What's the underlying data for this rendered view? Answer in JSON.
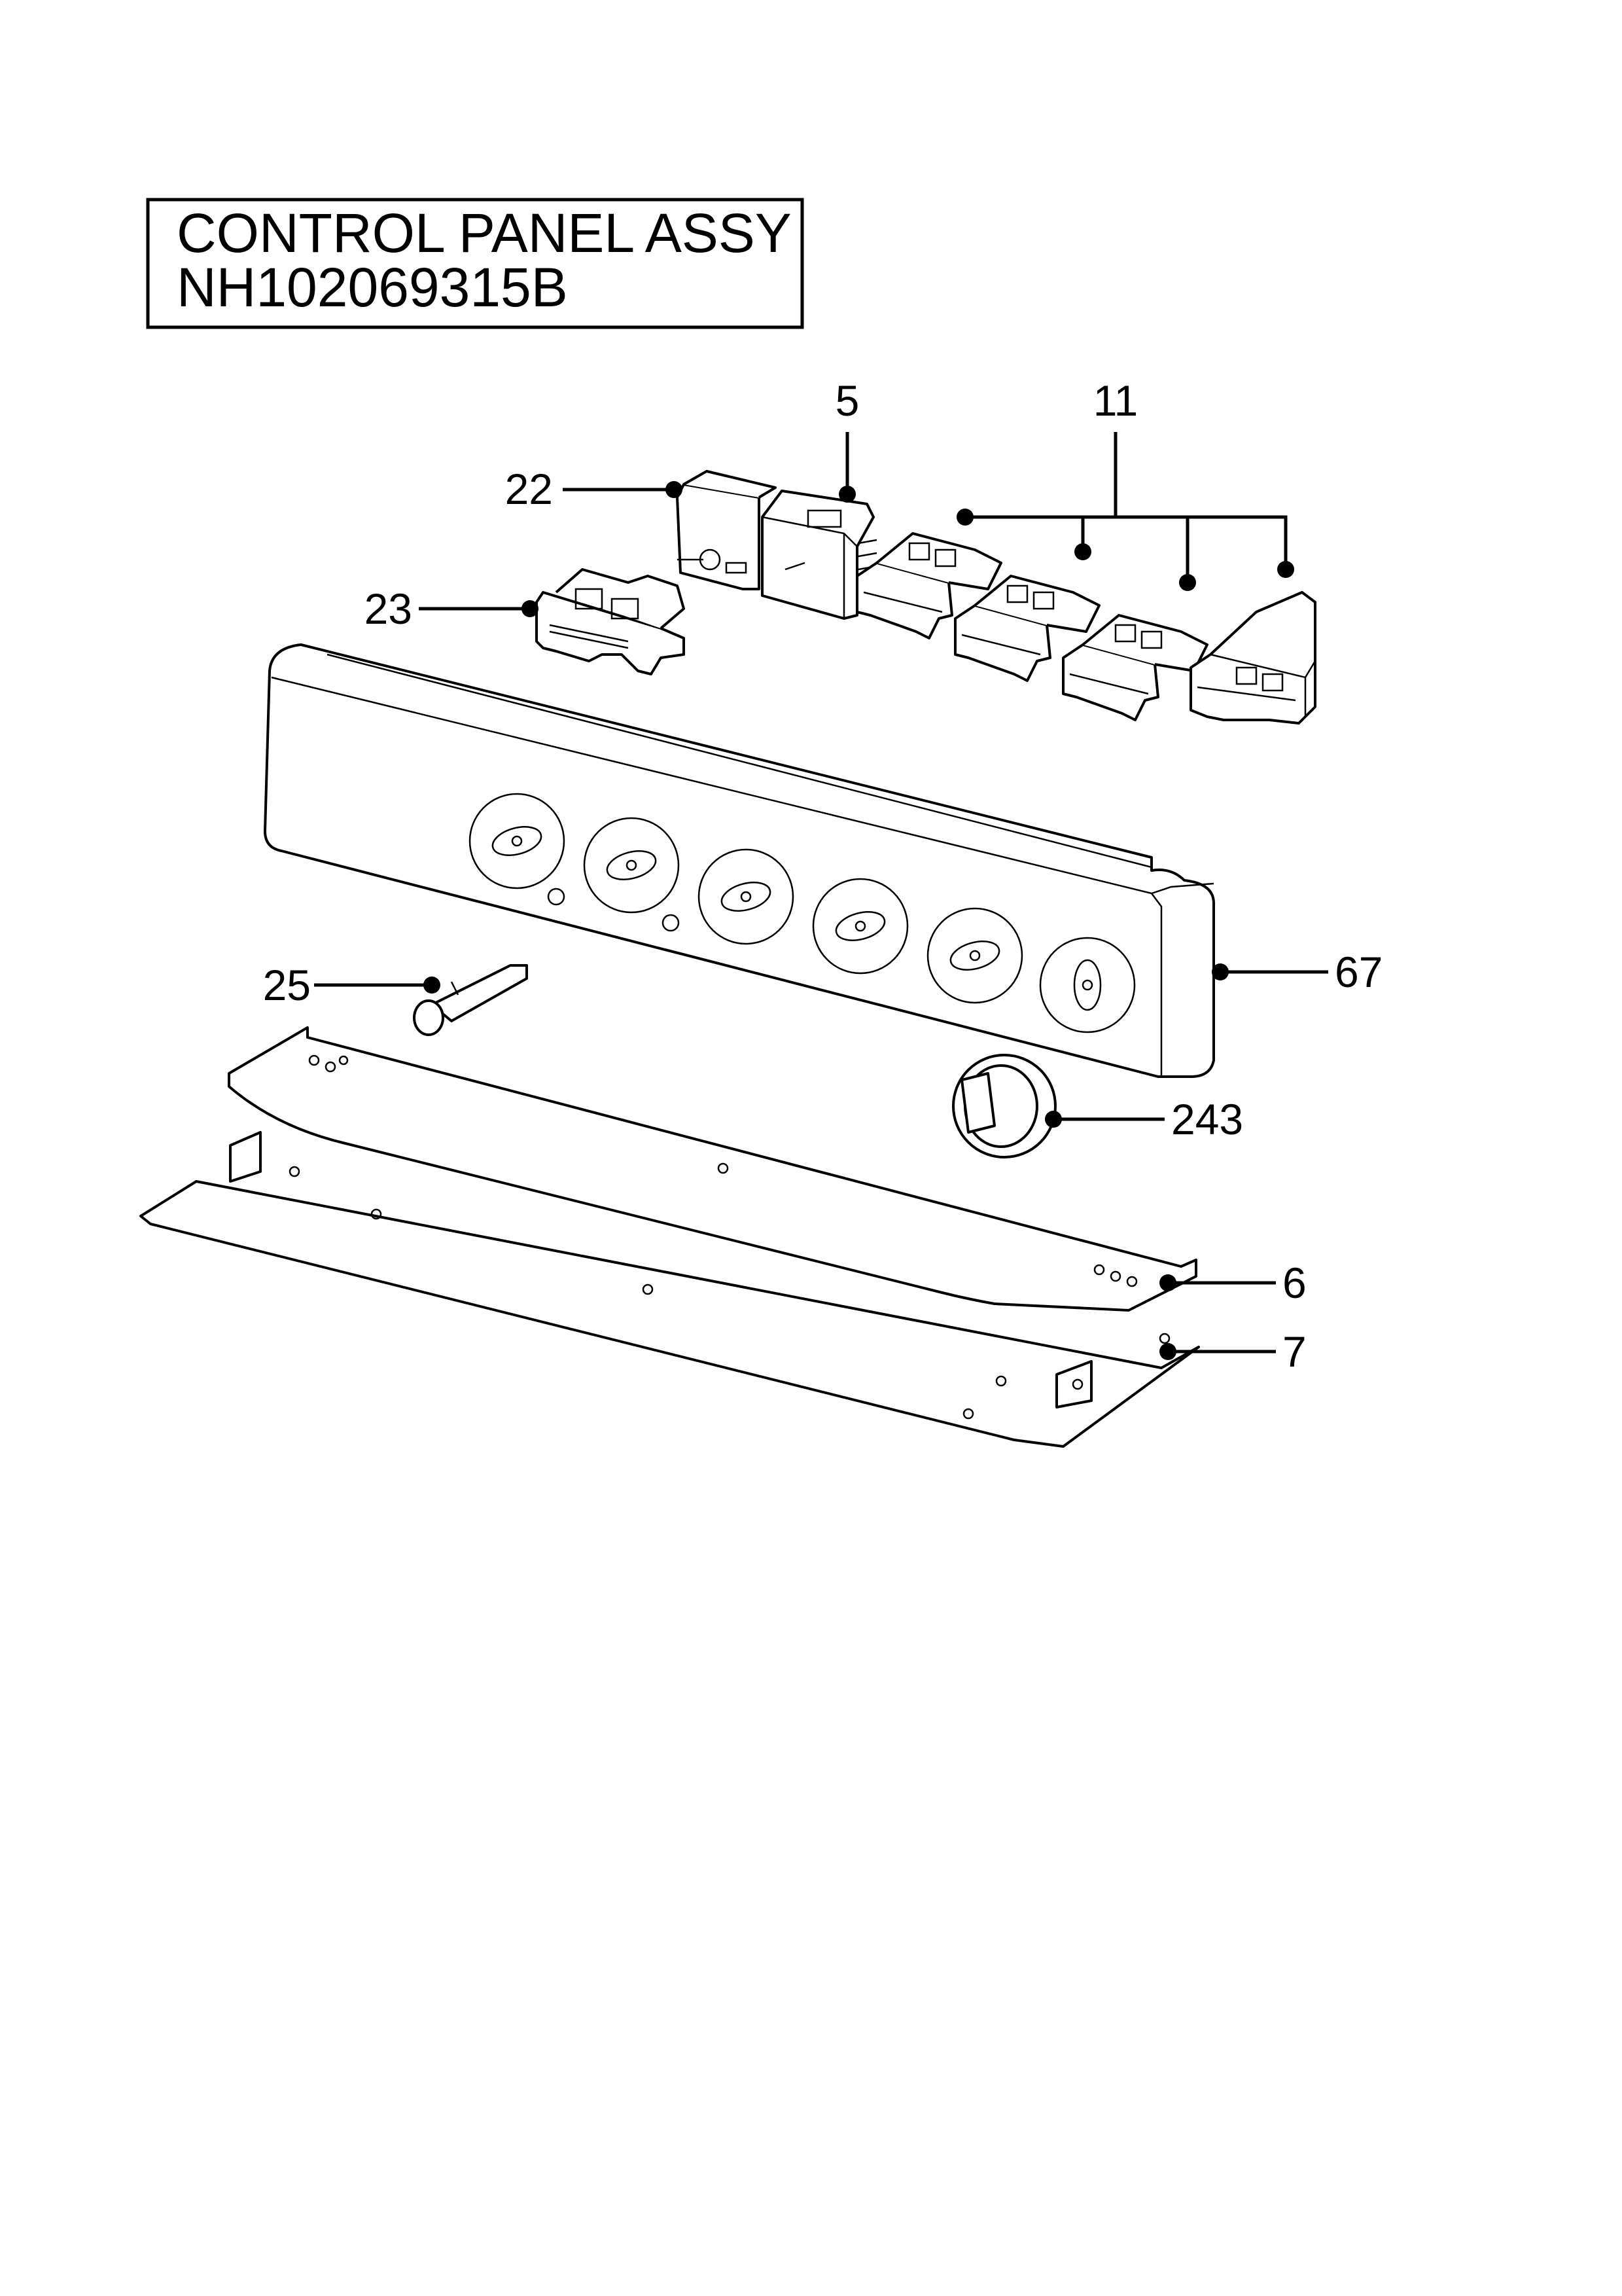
{
  "title": {
    "line1": "CONTROL PANEL ASSY",
    "line2": "NH102069315B"
  },
  "callouts": {
    "c5": "5",
    "c11": "11",
    "c22": "22",
    "c23": "23",
    "c25": "25",
    "c67": "67",
    "c243": "243",
    "c6": "6",
    "c7": "7"
  }
}
